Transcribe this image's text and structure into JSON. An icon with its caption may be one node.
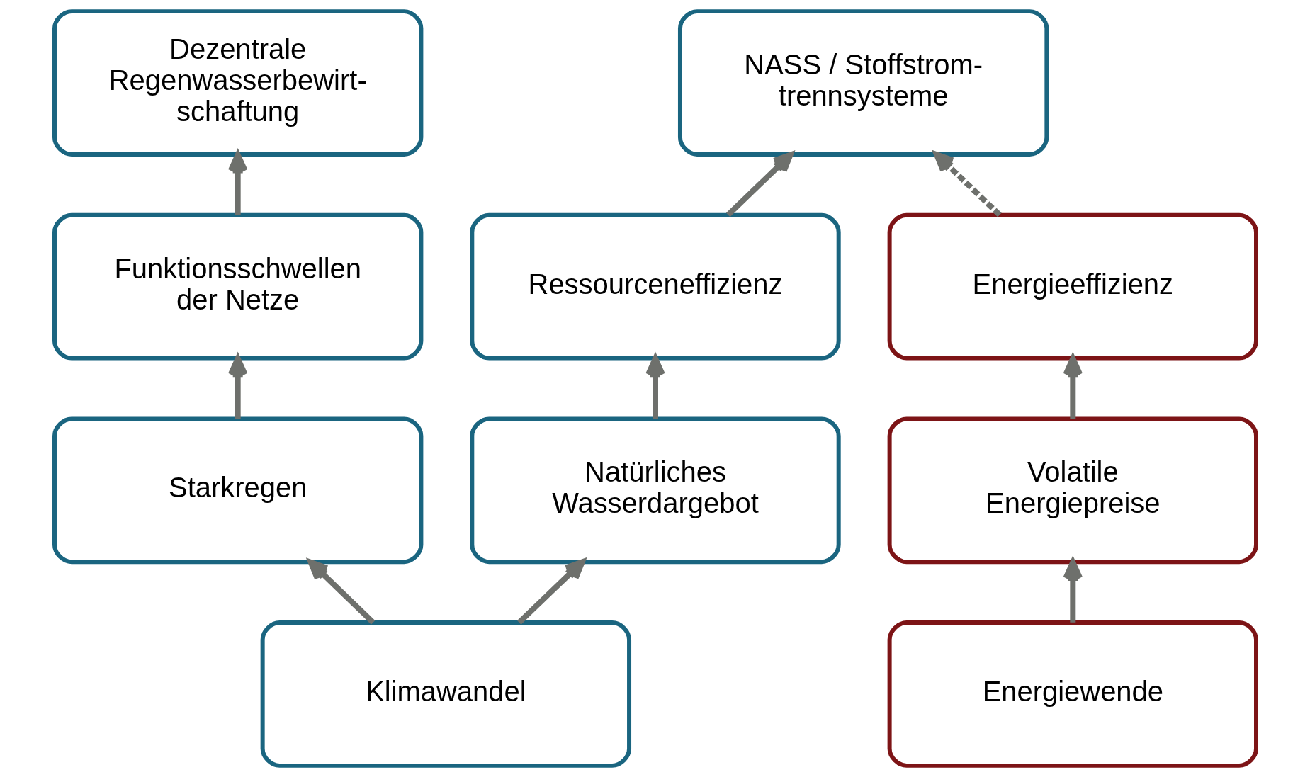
{
  "diagram": {
    "nodes": [
      {
        "text": [
          "Dezentrale Regenwasserbewirt- schaftung"
        ]
      },
      {
        "text": [
          "NASS / Stoffstrom- trennsysteme"
        ]
      },
      {
        "text": [
          "Funktionsschwellen der Netze"
        ]
      },
      {
        "text": [
          "Ressourceneffizienz"
        ]
      },
      {
        "text": [
          "Energieeffizienz"
        ]
      },
      {
        "text": [
          "Starkregen"
        ]
      },
      {
        "text": [
          "Natürliches Wasserdargebot"
        ]
      },
      {
        "text": [
          "Volatile Energiepreise"
        ]
      },
      {
        "text": [
          "Klimawandel"
        ]
      },
      {
        "text": [
          "Energiewende"
        ]
      }
    ],
    "edges": [
      {
        "from": 2,
        "to": 0,
        "arrow": "to"
      },
      {
        "from": 3,
        "to": 1,
        "arrow": "to"
      },
      {
        "from": 4,
        "to": 1,
        "arrow": "to",
        "style": "dashed"
      },
      {
        "from": 5,
        "to": 2,
        "arrow": "to"
      },
      {
        "from": 6,
        "to": 3,
        "arrow": "to"
      },
      {
        "from": 7,
        "to": 4,
        "arrow": "to"
      },
      {
        "from": 8,
        "to": 5,
        "arrow": "to"
      },
      {
        "from": 8,
        "to": 6,
        "arrow": "to"
      },
      {
        "from": 9,
        "to": 7,
        "arrow": "to"
      }
    ]
  }
}
